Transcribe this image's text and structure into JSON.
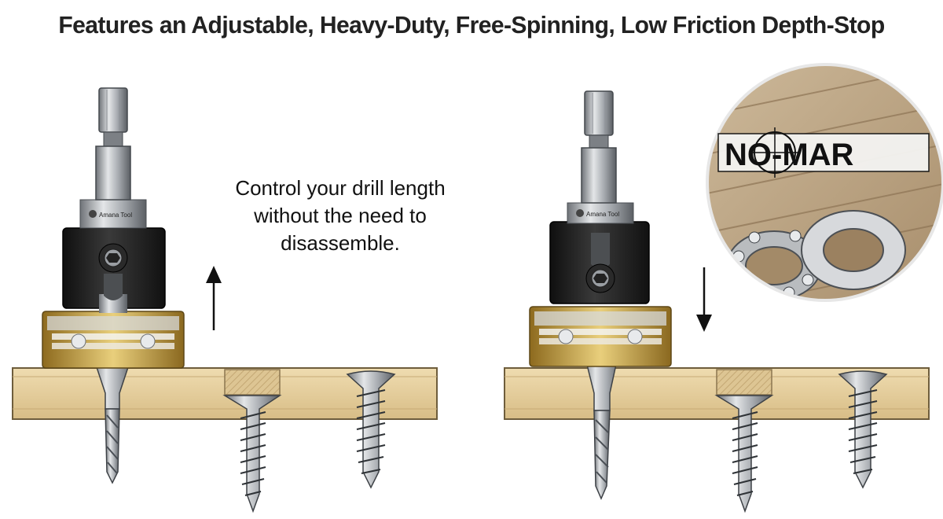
{
  "headline": "Features an Adjustable, Heavy-Duty, Free-Spinning, Low Friction Depth-Stop",
  "caption_lines": [
    "Control your drill length",
    "without the need to",
    "disassemble."
  ],
  "brand_label": "Amana Tool",
  "badge_logo_text": "NO-MAR",
  "colors": {
    "wood": "#e7cf9f",
    "wood_edge": "#7c6a48",
    "collar_black": "#1e1e1e",
    "brass": "#c9a64a",
    "steel": "#b8bcc0",
    "arrow": "#111111"
  },
  "icons": {
    "arrow_up": "arrow-up-icon",
    "arrow_down": "arrow-down-icon"
  }
}
